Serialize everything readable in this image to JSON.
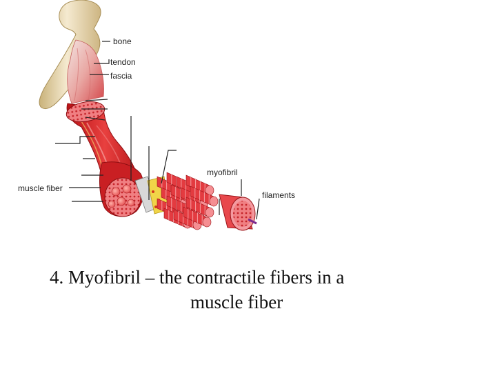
{
  "diagram": {
    "labels": {
      "bone": "bone",
      "tendon": "tendon",
      "fascia": "fascia",
      "muscle_fiber": "muscle fiber",
      "myofibril": "myofibril",
      "filaments": "filaments"
    },
    "caption_line1": "4. Myofibril – the contractile fibers in a",
    "caption_line2": "muscle fiber"
  },
  "colors": {
    "bone": "#ead9a8",
    "muscle": "#d8262a",
    "muscle_light": "#f08c8c",
    "fiber_pink": "#f27a7a",
    "fat": "#f1d548"
  }
}
